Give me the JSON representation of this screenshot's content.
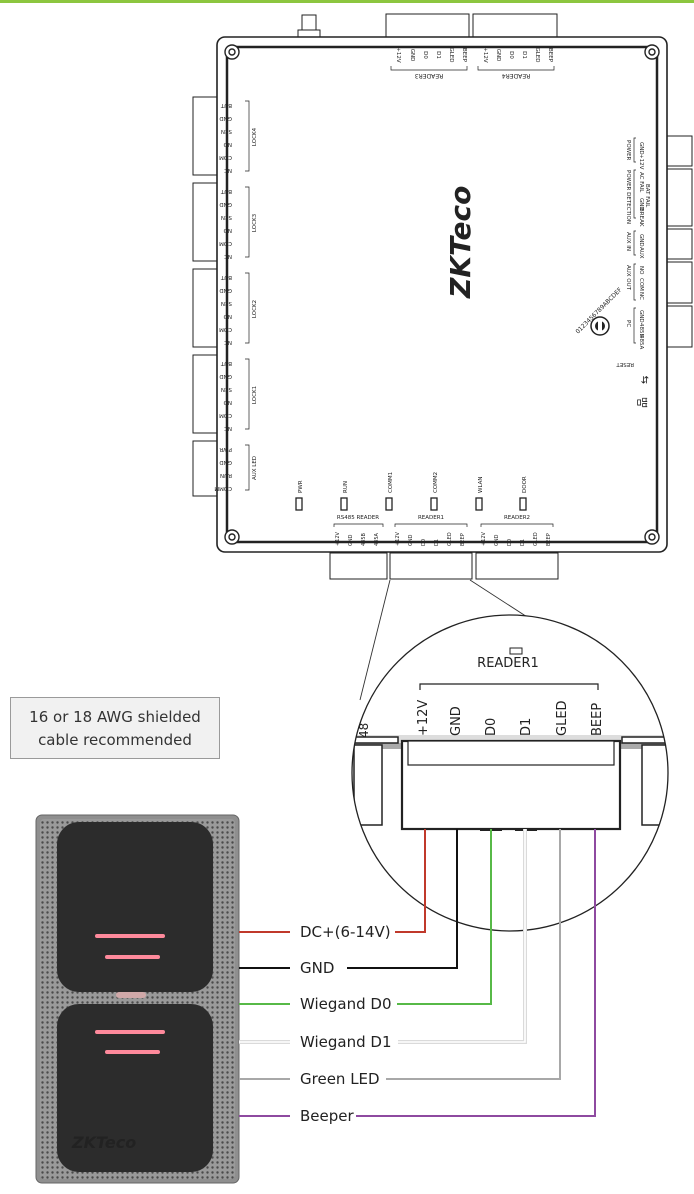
{
  "controller": {
    "brand": "ZKTeco",
    "top_terminals": {
      "reader3": {
        "title": "READER3",
        "pins": [
          "+12V",
          "GND",
          "D0",
          "D1",
          "GLED",
          "BEEP"
        ]
      },
      "reader4": {
        "title": "READER4",
        "pins": [
          "+12V",
          "GND",
          "D0",
          "D1",
          "GLED",
          "BEEP"
        ]
      }
    },
    "left_terminals": {
      "lock4": {
        "title": "LOCK4",
        "pins": [
          "BUT",
          "GND",
          "SEN",
          "NO",
          "COM",
          "NC"
        ]
      },
      "lock3": {
        "title": "LOCK3",
        "pins": [
          "BUT",
          "GND",
          "SEN",
          "NO",
          "COM",
          "NC"
        ]
      },
      "lock2": {
        "title": "LOCK2",
        "pins": [
          "BUT",
          "GND",
          "SEN",
          "NO",
          "COM",
          "NC"
        ]
      },
      "lock1": {
        "title": "LOCK1",
        "pins": [
          "BUT",
          "GND",
          "SEN",
          "NO",
          "COM",
          "NC"
        ]
      },
      "aux_led": {
        "title": "AUX LED",
        "pins": [
          "PWR",
          "GND",
          "RUN",
          "COMM"
        ]
      }
    },
    "right_terminals": {
      "power": {
        "title": "POWER",
        "pins": [
          "GND",
          "+12V"
        ]
      },
      "power_detection": {
        "title": "POWER DETECTION",
        "pins": [
          "AC FAIL",
          "BAT FAIL",
          "GND",
          "BREAK"
        ]
      },
      "aux_in": {
        "title": "AUX IN",
        "pins": [
          "GND",
          "AUX"
        ]
      },
      "aux_out": {
        "title": "AUX OUT",
        "pins": [
          "NO",
          "COM",
          "NC"
        ]
      },
      "pc": {
        "title": "PC",
        "pins": [
          "GND",
          "485B",
          "485A"
        ]
      },
      "reset": "RESET",
      "usb_symbol": "⇆",
      "net_symbol": "品"
    },
    "dip_label": "0123456789ABCDEF",
    "leds": [
      "PWR",
      "RUN",
      "COMM1",
      "COMM2",
      "WLAN",
      "DOOR"
    ],
    "bottom_terminals": {
      "rs485": {
        "title": "RS485 READER",
        "pins": [
          "+12V",
          "GND",
          "485B",
          "485A"
        ]
      },
      "reader1": {
        "title": "READER1",
        "pins": [
          "+12V",
          "GND",
          "D0",
          "D1",
          "GLED",
          "BEEP"
        ]
      },
      "reader2": {
        "title": "READER2",
        "pins": [
          "+12V",
          "GND",
          "D0",
          "D1",
          "GLED",
          "BEEP"
        ]
      }
    }
  },
  "zoom": {
    "title": "READER1",
    "partial_label": "48",
    "pins": [
      "+12V",
      "GND",
      "D0",
      "D1",
      "GLED",
      "BEEP"
    ]
  },
  "note": {
    "line1": "16 or 18 AWG shielded",
    "line2": "cable recommended"
  },
  "reader_device": {
    "brand": "ZKTeco"
  },
  "wires": [
    {
      "label": "DC+(6-14V)",
      "color": "#c0392b"
    },
    {
      "label": "GND",
      "color": "#111111"
    },
    {
      "label": "Wiegand D0",
      "color": "#57b947"
    },
    {
      "label": "Wiegand D1",
      "color": "#d2d2d2"
    },
    {
      "label": "Green LED",
      "color": "#a8a8a8"
    },
    {
      "label": "Beeper",
      "color": "#8e4aa0"
    }
  ]
}
